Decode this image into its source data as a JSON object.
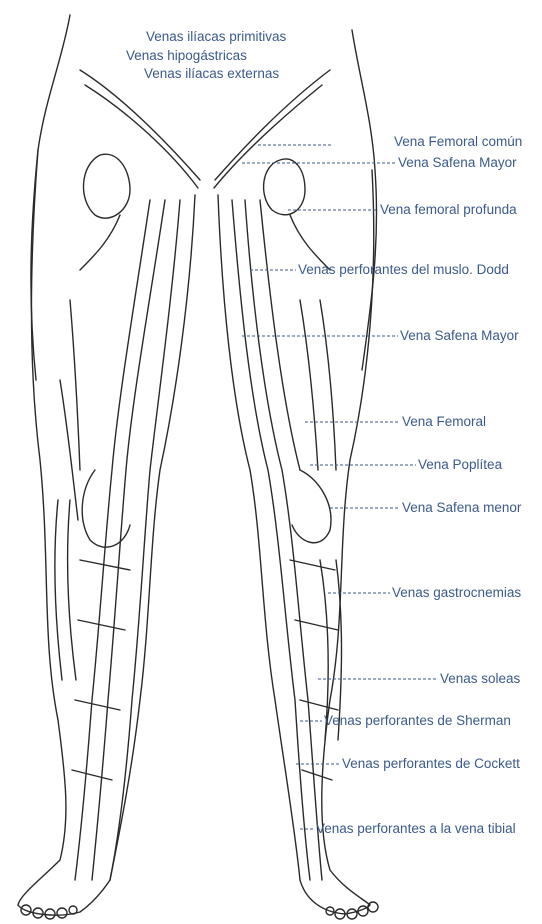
{
  "colors": {
    "label": "#3a5a8c",
    "drawing": "#2a2a2a",
    "leader": "#3a5a8c"
  },
  "top_labels": [
    "Venas ilíacas primitivas",
    "Venas hipogástricas",
    "Venas ilíacas externas"
  ],
  "callouts": [
    "Vena Femoral común",
    "Vena Safena Mayor",
    "Vena femoral profunda",
    "Venas perforantes del muslo. Dodd",
    "Vena Safena Mayor",
    "Vena Femoral",
    "Vena Poplítea",
    "Vena Safena menor",
    "Venas gastrocnemias",
    "Venas soleas",
    "Venas perforantes de Sherman",
    "Venas perforantes de Cockett",
    "Venas perforantes a la vena tibial"
  ]
}
